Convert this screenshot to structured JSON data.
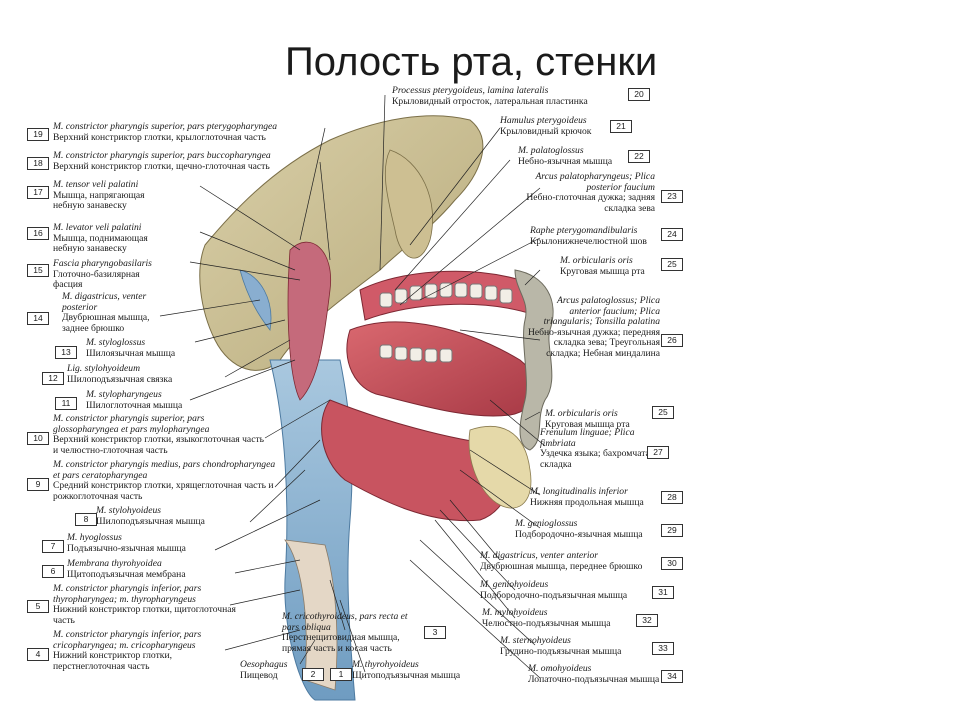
{
  "slide": {
    "title": "Полость рта, стенки"
  },
  "left_labels": [
    {
      "num": "19",
      "la": "M. constrictor pharyngis superior, pars pterygopharyngea",
      "ru": "Верхний констриктор глотки, крылоглоточная часть"
    },
    {
      "num": "18",
      "la": "M. constrictor pharyngis superior, pars buccopharyngea",
      "ru": "Верхний констриктор глотки, щечно-глоточная часть"
    },
    {
      "num": "17",
      "la": "M. tensor veli palatini",
      "ru": "Мышца, напрягающая небную занавеску"
    },
    {
      "num": "16",
      "la": "M. levator veli palatini",
      "ru": "Мышца, поднимающая небную занавеску"
    },
    {
      "num": "15",
      "la": "Fascia pharyngobasilaris",
      "ru": "Глоточно-базилярная фасция"
    },
    {
      "num": "14",
      "la": "M. digastricus, venter posterior",
      "ru": "Двубрюшная мышца, заднее брюшко"
    },
    {
      "num": "13",
      "la": "M. styloglossus",
      "ru": "Шилоязычная мышца"
    },
    {
      "num": "12",
      "la": "Lig. stylohyoideum",
      "ru": "Шилоподъязычная связка"
    },
    {
      "num": "11",
      "la": "M. stylopharyngeus",
      "ru": "Шилоглоточная мышца"
    },
    {
      "num": "10",
      "la": "M. constrictor pharyngis superior, pars glossopharyngea et pars mylopharyngea",
      "ru": "Верхний констриктор глотки, языкоглоточная часть и челюстно-глоточная часть"
    },
    {
      "num": "9",
      "la": "M. constrictor pharyngis medius, pars chondropharyngea et pars ceratopharyngea",
      "ru": "Средний констриктор глотки, хрящеглоточная часть и рожкоглоточная часть"
    },
    {
      "num": "8",
      "la": "M. stylohyoideus",
      "ru": "Шилоподъязычная мышца"
    },
    {
      "num": "7",
      "la": "M. hyoglossus",
      "ru": "Подъязычно-язычная мышца"
    },
    {
      "num": "6",
      "la": "Membrana thyrohyoidea",
      "ru": "Щитоподъязычная мембрана"
    },
    {
      "num": "5",
      "la": "M. constrictor pharyngis inferior, pars thyropharyngea; m. thyropharyngeus",
      "ru": "Нижний констриктор глотки, щитоглоточная часть"
    },
    {
      "num": "4",
      "la": "M. constrictor pharyngis inferior, pars cricopharyngea; m. cricopharyngeus",
      "ru": "Нижний констриктор глотки, перстнеглоточная часть"
    }
  ],
  "right_labels": [
    {
      "num": "20",
      "la": "Processus pterygoideus, lamina lateralis",
      "ru": "Крыловидный отросток, латеральная пластинка"
    },
    {
      "num": "21",
      "la": "Hamulus pterygoideus",
      "ru": "Крыловидный крючок"
    },
    {
      "num": "22",
      "la": "M. palatoglossus",
      "ru": "Небно-язычная мышца"
    },
    {
      "num": "23",
      "la": "Arcus palatopharyngeus; Plica posterior faucium",
      "ru": "Небно-глоточная дужка; задняя складка зева"
    },
    {
      "num": "24",
      "la": "Raphe pterygomandibularis",
      "ru": "Крылонижнечелюстной шов"
    },
    {
      "num": "25",
      "la": "M. orbicularis oris",
      "ru": "Круговая мышца рта"
    },
    {
      "num": "26",
      "la": "Arcus palatoglossus; Plica anterior faucium; Plica triangularis; Tonsilla palatina",
      "ru": "Небно-язычная дужка; передняя складка зева; Треугольная складка; Небная миндалина"
    },
    {
      "num": "25",
      "la": "M. orbicularis oris",
      "ru": "Круговая мышца рта"
    },
    {
      "num": "27",
      "la": "Frenulum linguae; Plica fimbriata",
      "ru": "Уздечка языка; бахромчатая складка"
    },
    {
      "num": "28",
      "la": "M. longitudinalis inferior",
      "ru": "Нижняя продольная мышца"
    },
    {
      "num": "29",
      "la": "M. genioglossus",
      "ru": "Подбородочно-язычная мышца"
    },
    {
      "num": "30",
      "la": "M. digastricus, venter anterior",
      "ru": "Двубрюшная мышца, переднее брюшко"
    },
    {
      "num": "31",
      "la": "M. geniohyoideus",
      "ru": "Подбородочно-подъязычная мышца"
    },
    {
      "num": "32",
      "la": "M. mylohyoideus",
      "ru": "Челюстно-подъязычная мышца"
    },
    {
      "num": "33",
      "la": "M. sternohyoideus",
      "ru": "Грудино-подъязычная мышца"
    },
    {
      "num": "34",
      "la": "M. omohyoideus",
      "ru": "Лопаточно-подъязычная мышца"
    }
  ],
  "bottom_labels": [
    {
      "num": "3",
      "la": "M. cricothyroideus, pars recta et pars obliqua",
      "ru": "Перстнещитовидная мышца, прямая часть и косая часть"
    },
    {
      "num": "2",
      "la": "Oesophagus",
      "ru": "Пищевод"
    },
    {
      "num": "1",
      "la": "M. thyrohyoideus",
      "ru": "Щитоподъязычная мышца"
    }
  ]
}
